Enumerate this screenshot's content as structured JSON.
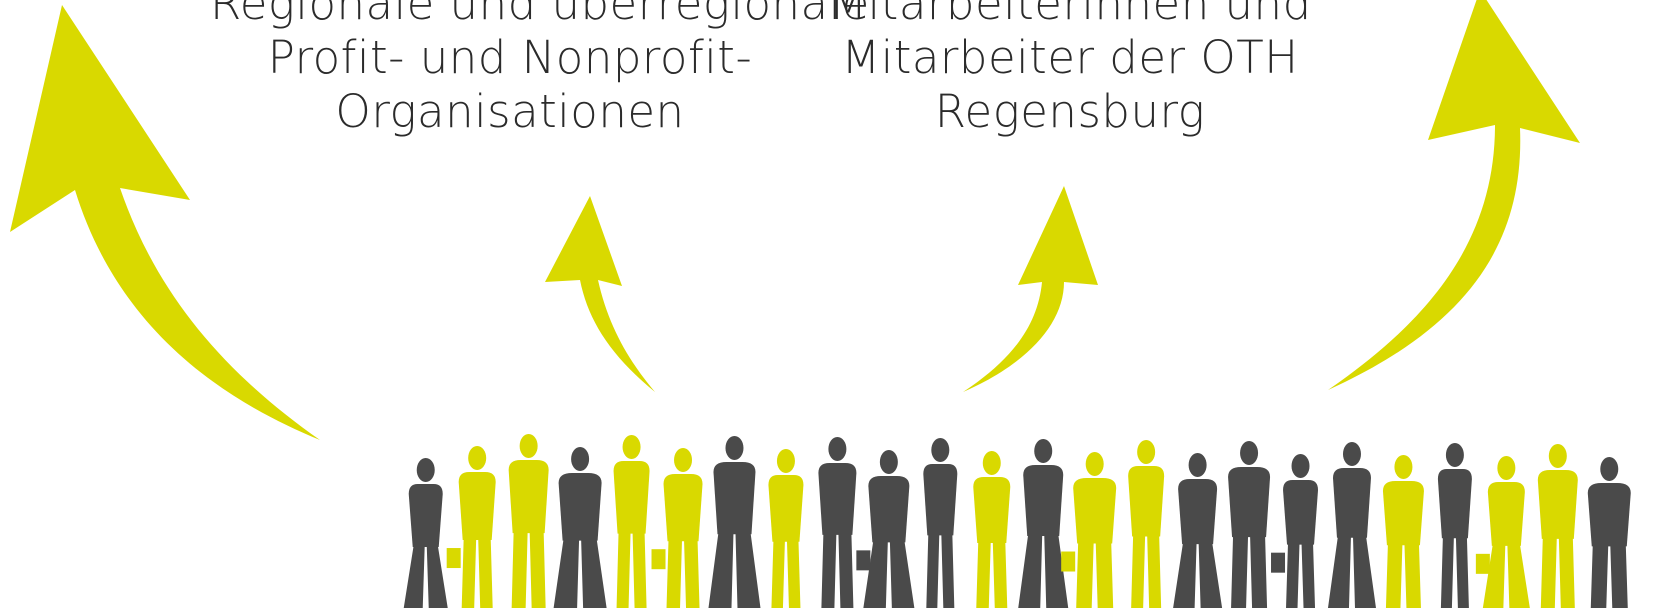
{
  "colors": {
    "accent": "#d9d900",
    "figure_dark": "#4a4a4a",
    "text": "#2b2b2b"
  },
  "label_left": {
    "line1": "Regionale und überregionale",
    "line2": "Profit- und Nonprofit-",
    "line3": "Organisationen"
  },
  "label_center": {
    "line1": "Mitarbeiterinnen und",
    "line2": "Mitarbeiter der OTH",
    "line3": "Regensburg"
  },
  "icons": [
    "arrow-icon",
    "people-silhouette-icon"
  ],
  "people_pattern": [
    "dark",
    "yellow",
    "yellow",
    "dark",
    "yellow",
    "yellow",
    "dark",
    "yellow",
    "dark",
    "dark",
    "dark",
    "yellow",
    "dark",
    "yellow",
    "yellow",
    "dark",
    "dark",
    "dark",
    "dark",
    "yellow",
    "dark",
    "yellow",
    "yellow",
    "dark"
  ]
}
